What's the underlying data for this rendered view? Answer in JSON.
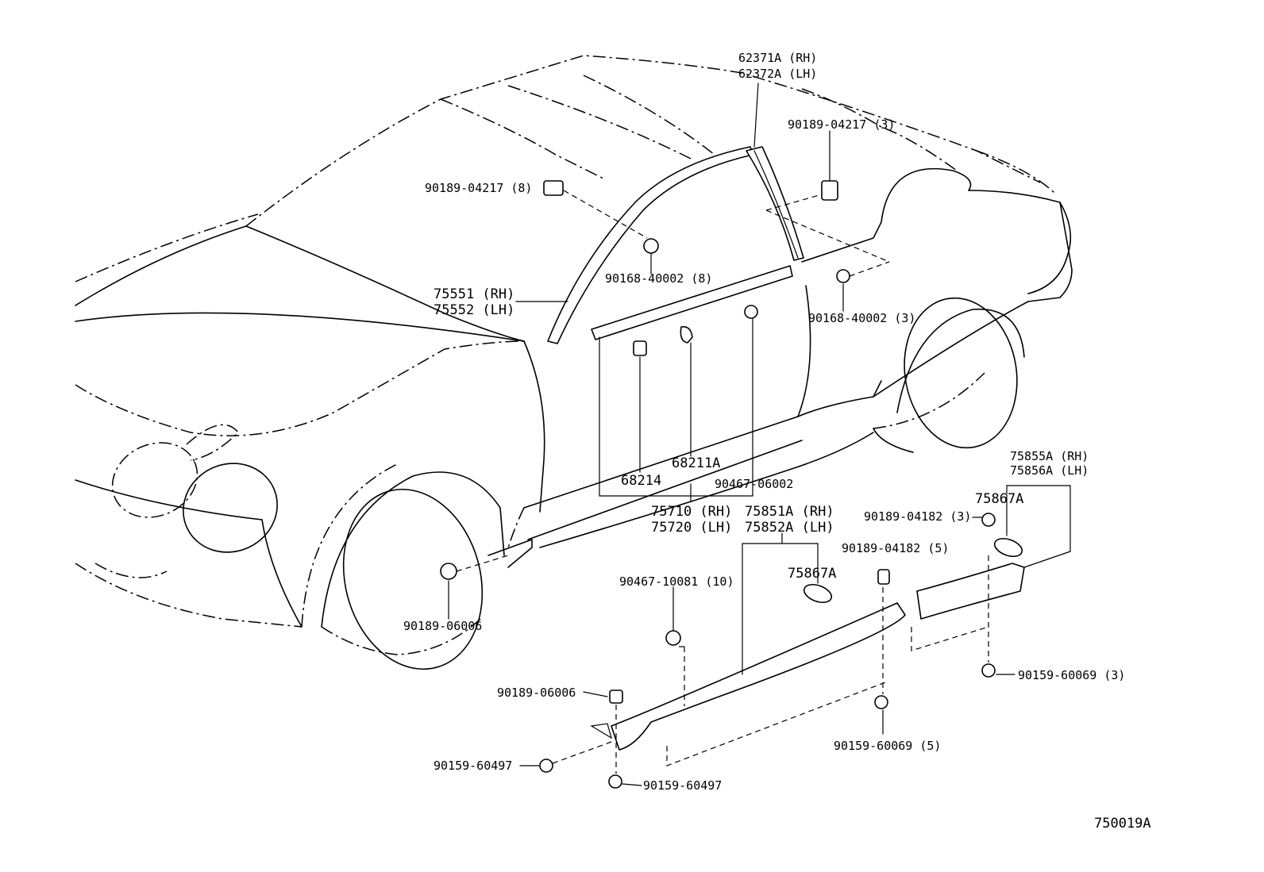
{
  "labels": {
    "p62371": "62371A (RH)",
    "p62372": "62372A (LH)",
    "clip_upper_r": "90189-04217 (3)",
    "clip_upper_l": "90189-04217 (8)",
    "screw_upper_l": "90168-40002 (8)",
    "screw_upper_r": "90168-40002 (3)",
    "p75551": "75551 (RH)",
    "p75552": "75552 (LH)",
    "p68211": "68211A",
    "p68214": "68214",
    "p90467_06002": "90467-06002",
    "p75710": "75710 (RH)",
    "p75720": "75720 (LH)",
    "p75855": "75855A (RH)",
    "p75856": "75856A (LH)",
    "p75867_r": "75867A",
    "clip_04182_3": "90189-04182 (3)",
    "clip_04182_5": "90189-04182 (5)",
    "p75851": "75851A (RH)",
    "p75852": "75852A (LH)",
    "p75867_m": "75867A",
    "clip_10081": "90467-10081 (10)",
    "clip_06006_front": "90189-06006",
    "clip_06006_low": "90189-06006",
    "bolt_60069_3": "90159-60069 (3)",
    "bolt_60069_5": "90159-60069 (5)",
    "bolt_60497_l": "90159-60497",
    "bolt_60497_b": "90159-60497",
    "diagram_id": "750019A"
  }
}
